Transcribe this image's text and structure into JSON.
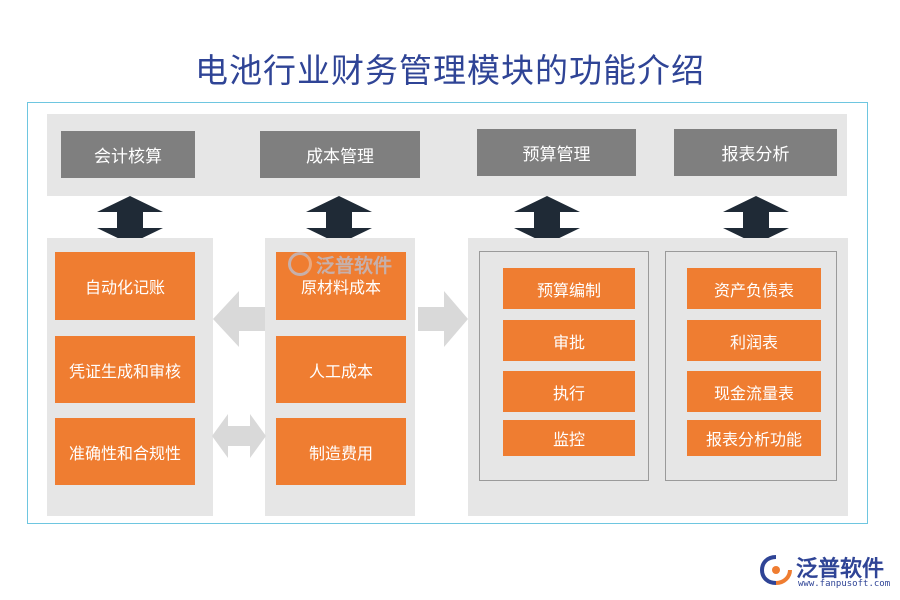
{
  "title": "电池行业财务管理模块的功能介绍",
  "headers": {
    "accounting": "会计核算",
    "cost": "成本管理",
    "budget": "预算管理",
    "report": "报表分析"
  },
  "accounting_items": [
    "自动化记账",
    "凭证生成和审核",
    "准确性和合规性"
  ],
  "cost_items": [
    "原材料成本",
    "人工成本",
    "制造费用"
  ],
  "budget_items": [
    "预算编制",
    "审批",
    "执行",
    "监控"
  ],
  "report_items": [
    "资产负债表",
    "利润表",
    "现金流量表",
    "报表分析功能"
  ],
  "watermark": "泛普软件",
  "logo": {
    "name": "泛普软件",
    "url": "www.fanpusoft.com"
  },
  "colors": {
    "title": "#2f4496",
    "header_bg": "#7f7f7f",
    "panel_bg": "#e6e6e6",
    "item_bg": "#ef7d31",
    "connector": "#1f2a36",
    "flow_arrow": "#d9d9d9",
    "frame_border": "#6ec6e0"
  }
}
